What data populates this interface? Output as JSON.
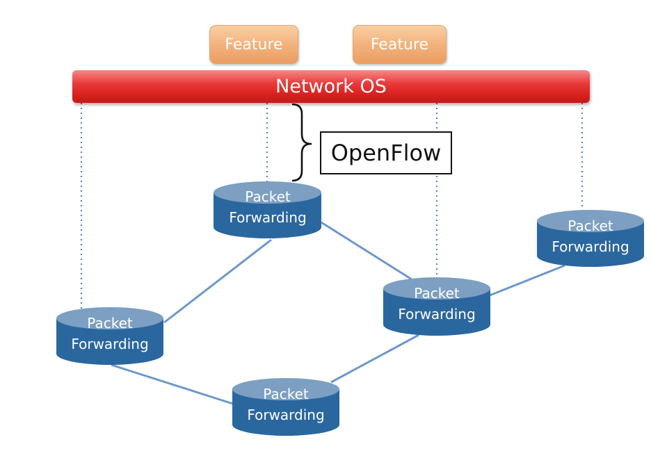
{
  "features": [
    "Feature",
    "Feature"
  ],
  "network_os": "Network OS",
  "openflow": "OpenFlow",
  "nodes": [
    {
      "line1": "Packet",
      "line2": "Forwarding"
    },
    {
      "line1": "Packet",
      "line2": "Forwarding"
    },
    {
      "line1": "Packet",
      "line2": "Forwarding"
    },
    {
      "line1": "Packet",
      "line2": "Forwarding"
    },
    {
      "line1": "Packet",
      "line2": "Forwarding"
    }
  ],
  "colors": {
    "feature": "#f2b07a",
    "network_os": "#e02a28",
    "node_body": "#2b679f",
    "node_top": "#7c9fc2",
    "link": "#6b98cb",
    "control_line": "#4f86c6"
  }
}
